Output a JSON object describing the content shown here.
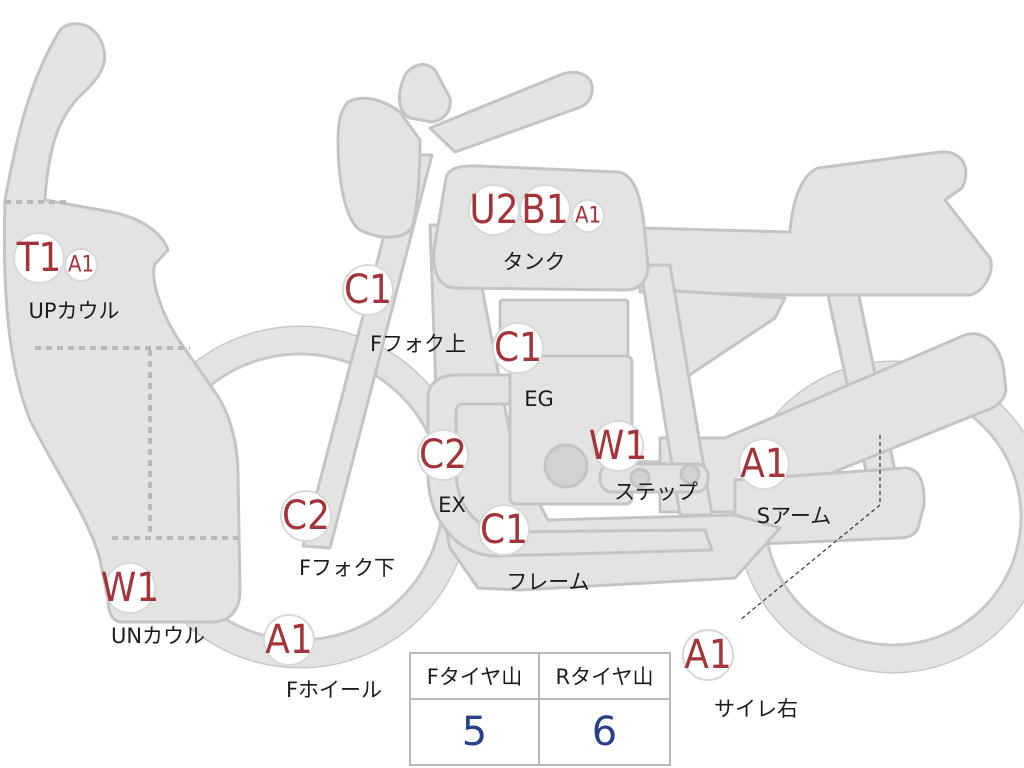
{
  "badges": [
    {
      "id": "upcowl-t1",
      "code": "T1"
    },
    {
      "id": "upcowl-a1",
      "code": "A1"
    },
    {
      "id": "tank-u2",
      "code": "U2"
    },
    {
      "id": "tank-b1",
      "code": "B1"
    },
    {
      "id": "tank-a1",
      "code": "A1"
    },
    {
      "id": "fork-upper-c1",
      "code": "C1"
    },
    {
      "id": "eg-c1",
      "code": "C1"
    },
    {
      "id": "ex-c2",
      "code": "C2"
    },
    {
      "id": "step-w1",
      "code": "W1"
    },
    {
      "id": "swingarm-a1",
      "code": "A1"
    },
    {
      "id": "fork-lower-c2",
      "code": "C2"
    },
    {
      "id": "frame-c1",
      "code": "C1"
    },
    {
      "id": "undercowl-w1",
      "code": "W1"
    },
    {
      "id": "fwheel-a1",
      "code": "A1"
    },
    {
      "id": "muffler-a1",
      "code": "A1"
    }
  ],
  "labels": [
    {
      "id": "upcowl",
      "text": "UPカウル"
    },
    {
      "id": "tank",
      "text": "タンク"
    },
    {
      "id": "fork-upper",
      "text": "Fフォク上"
    },
    {
      "id": "eg",
      "text": "EG"
    },
    {
      "id": "ex",
      "text": "EX"
    },
    {
      "id": "step",
      "text": "ステップ"
    },
    {
      "id": "swingarm",
      "text": "Sアーム"
    },
    {
      "id": "fork-lower",
      "text": "Fフォク下"
    },
    {
      "id": "frame",
      "text": "フレーム"
    },
    {
      "id": "undercowl",
      "text": "UNカウル"
    },
    {
      "id": "fwheel",
      "text": "Fホイール"
    },
    {
      "id": "muffler",
      "text": "サイレ右"
    }
  ],
  "tire_table": {
    "front_header": "Fタイヤ山",
    "rear_header": "Rタイヤ山",
    "front_value": "5",
    "rear_value": "6"
  },
  "colors": {
    "badge_text": "#a3353a",
    "part_fill": "#e3e3e1",
    "table_value": "#2a3f8a"
  }
}
